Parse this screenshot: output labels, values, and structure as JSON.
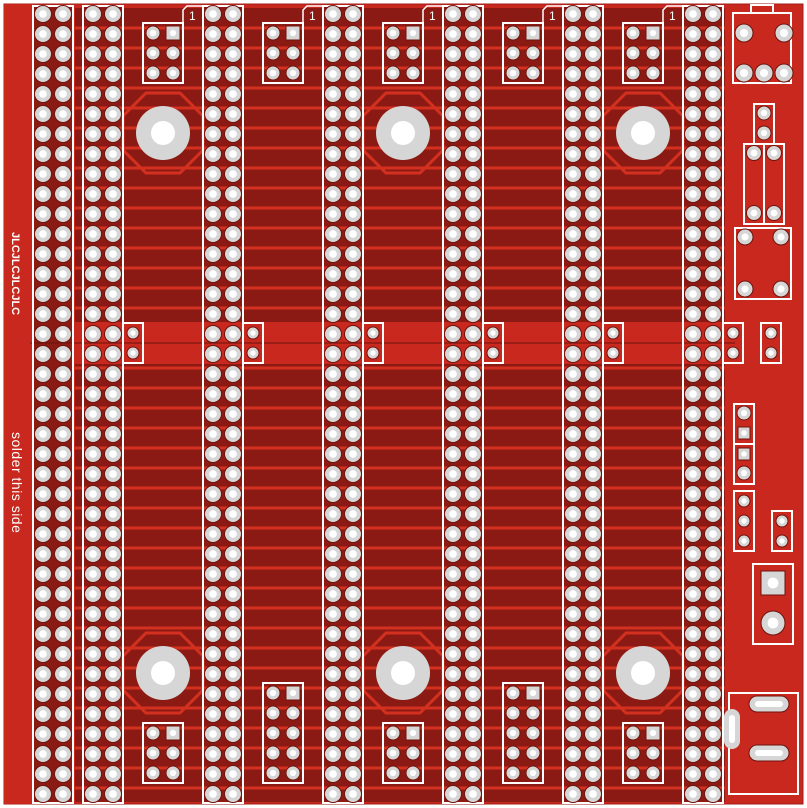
{
  "board": {
    "vendor_text": "JLCJLCJLCJLC",
    "side_text": "solder this side",
    "pin1_label": "1",
    "pin1_labels": [
      "1",
      "1",
      "1",
      "1",
      "1"
    ]
  },
  "colors": {
    "board": "#c8281e",
    "copper_fill": "#8a1a13",
    "trace": "#d4301f",
    "pad": "#d6d6d6",
    "drill": "#ffffff",
    "silkscreen": "#ffffff"
  }
}
